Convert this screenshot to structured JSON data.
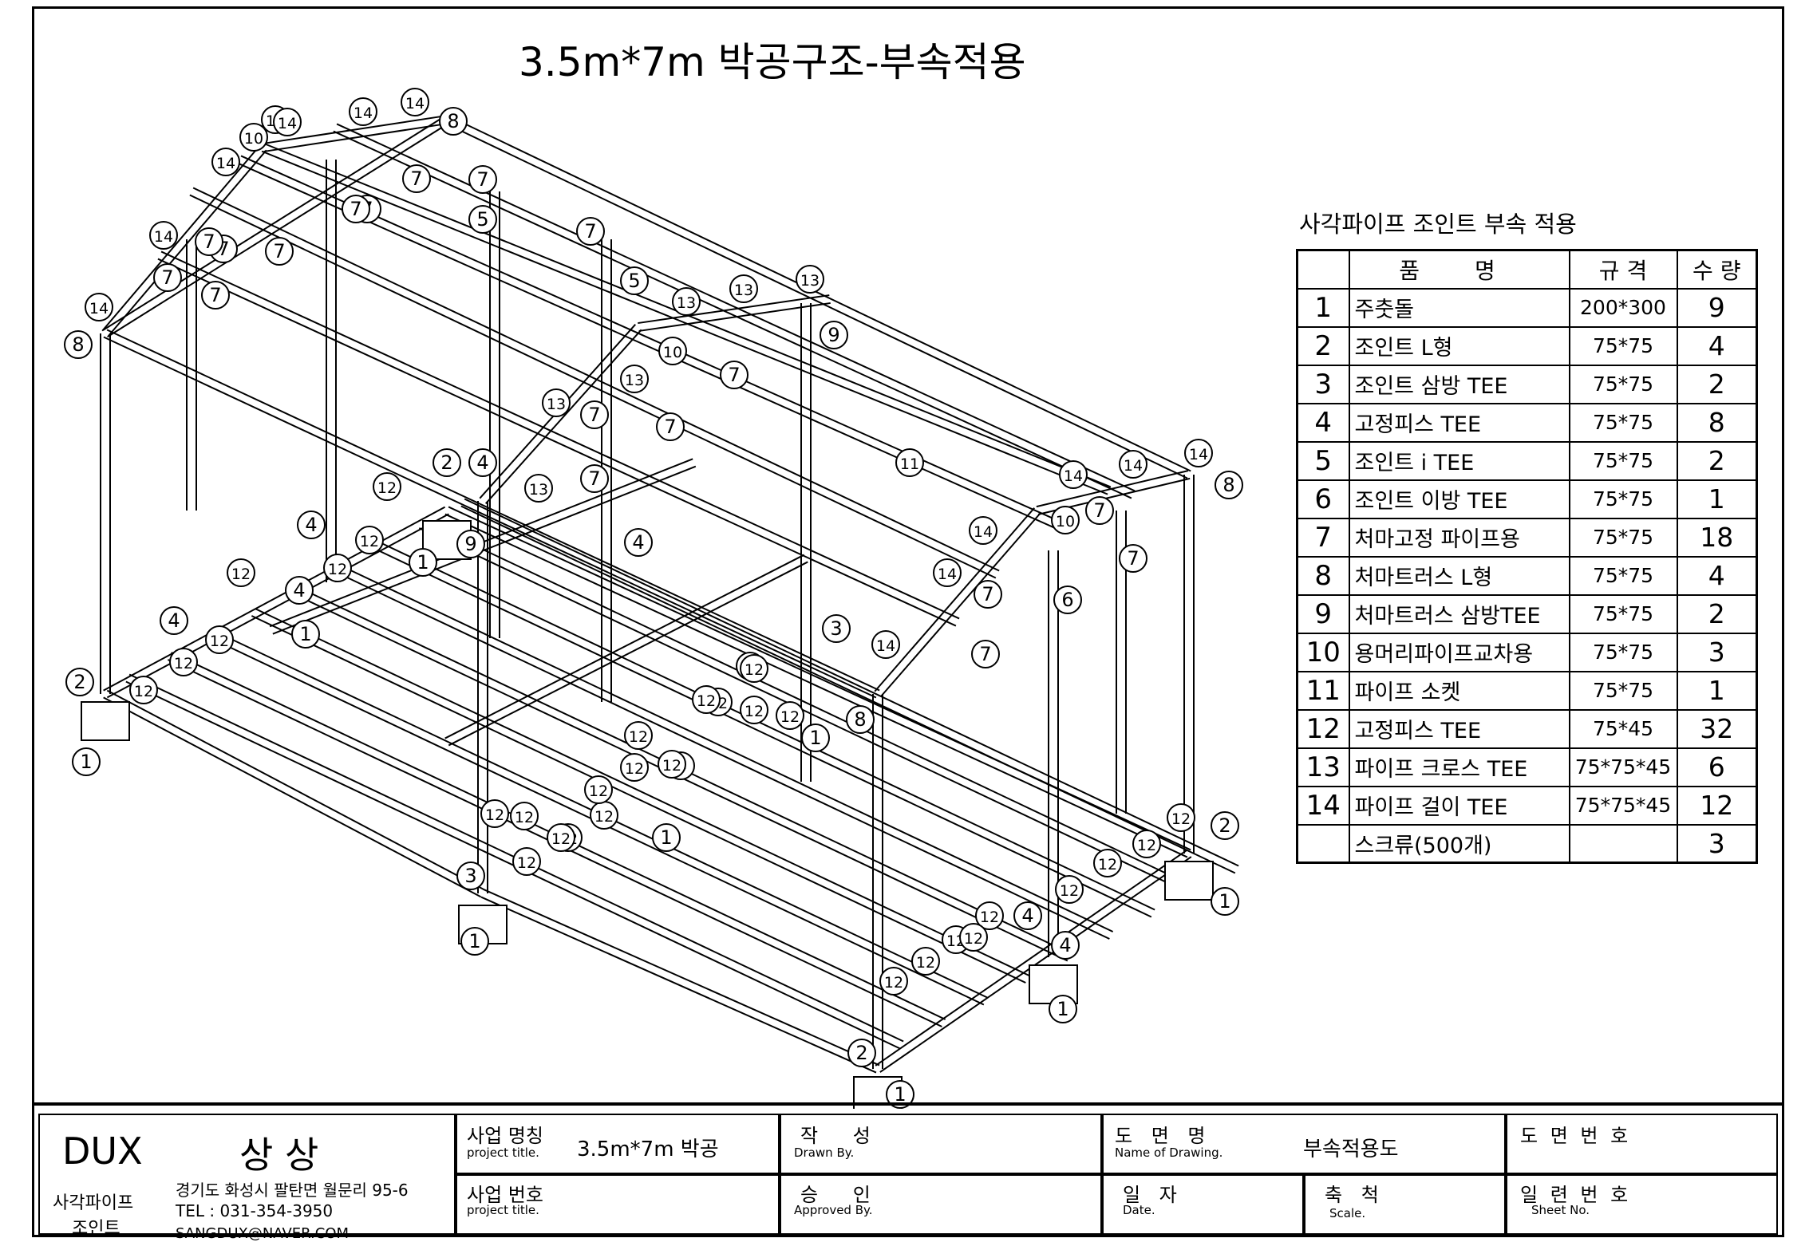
{
  "title": "3.5m*7m 박공구조-부속적용",
  "parts_table": {
    "caption": "사각파이프 조인트 부속 적용",
    "headers": {
      "name": "품 명",
      "spec": "규 격",
      "qty": "수 량"
    },
    "rows": [
      {
        "no": "1",
        "name": "주춧돌",
        "spec": "200*300",
        "qty": "9"
      },
      {
        "no": "2",
        "name": "조인트 L형",
        "spec": "75*75",
        "qty": "4"
      },
      {
        "no": "3",
        "name": "조인트 삼방 TEE",
        "spec": "75*75",
        "qty": "2"
      },
      {
        "no": "4",
        "name": "고정피스 TEE",
        "spec": "75*75",
        "qty": "8"
      },
      {
        "no": "5",
        "name": "조인트 i TEE",
        "spec": "75*75",
        "qty": "2"
      },
      {
        "no": "6",
        "name": "조인트 이방 TEE",
        "spec": "75*75",
        "qty": "1"
      },
      {
        "no": "7",
        "name": "처마고정 파이프용",
        "spec": "75*75",
        "qty": "18"
      },
      {
        "no": "8",
        "name": "처마트러스 L형",
        "spec": "75*75",
        "qty": "4"
      },
      {
        "no": "9",
        "name": "처마트러스 삼방TEE",
        "spec": "75*75",
        "qty": "2"
      },
      {
        "no": "10",
        "name": "용머리파이프교차용",
        "spec": "75*75",
        "qty": "3"
      },
      {
        "no": "11",
        "name": "파이프 소켓",
        "spec": "75*75",
        "qty": "1"
      },
      {
        "no": "12",
        "name": "고정피스 TEE",
        "spec": "75*45",
        "qty": "32"
      },
      {
        "no": "13",
        "name": "파이프 크로스 TEE",
        "spec": "75*75*45",
        "qty": "6"
      },
      {
        "no": "14",
        "name": "파이프 걸이 TEE",
        "spec": "75*75*45",
        "qty": "12"
      },
      {
        "no": "",
        "name": "스크류(500개)",
        "spec": "",
        "qty": "3"
      }
    ]
  },
  "title_block": {
    "brand": "DUX",
    "company": "상 상",
    "company_type_1": "사각파이프",
    "company_type_2": "조인트",
    "address": "경기도 화성시 팔탄면 월문리 95-6",
    "tel": "TEL : 031-354-3950",
    "email": "SANGDUX@NAVER.COM",
    "project_name_label": "사업 명칭",
    "project_name_sub": "project title.",
    "project_name_value": "3.5m*7m 박공",
    "project_no_label": "사업 번호",
    "project_no_sub": "project title.",
    "drawn_label": "작 성",
    "drawn_sub": "Drawn By.",
    "approved_label": "승 인",
    "approved_sub": "Approved By.",
    "drawing_name_label": "도 면 명",
    "drawing_name_sub": "Name of Drawing.",
    "drawing_name_value": "부속적용도",
    "date_label": "일 자",
    "date_sub": "Date.",
    "scale_label": "축 척",
    "scale_sub": "Scale.",
    "drawing_no_label": "도 면 번 호",
    "sheet_no_label": "일 련 번 호",
    "sheet_no_sub": "Sheet No."
  },
  "callouts": [
    "1",
    "2",
    "3",
    "4",
    "5",
    "6",
    "7",
    "8",
    "9",
    "10",
    "11",
    "12",
    "13",
    "14"
  ]
}
